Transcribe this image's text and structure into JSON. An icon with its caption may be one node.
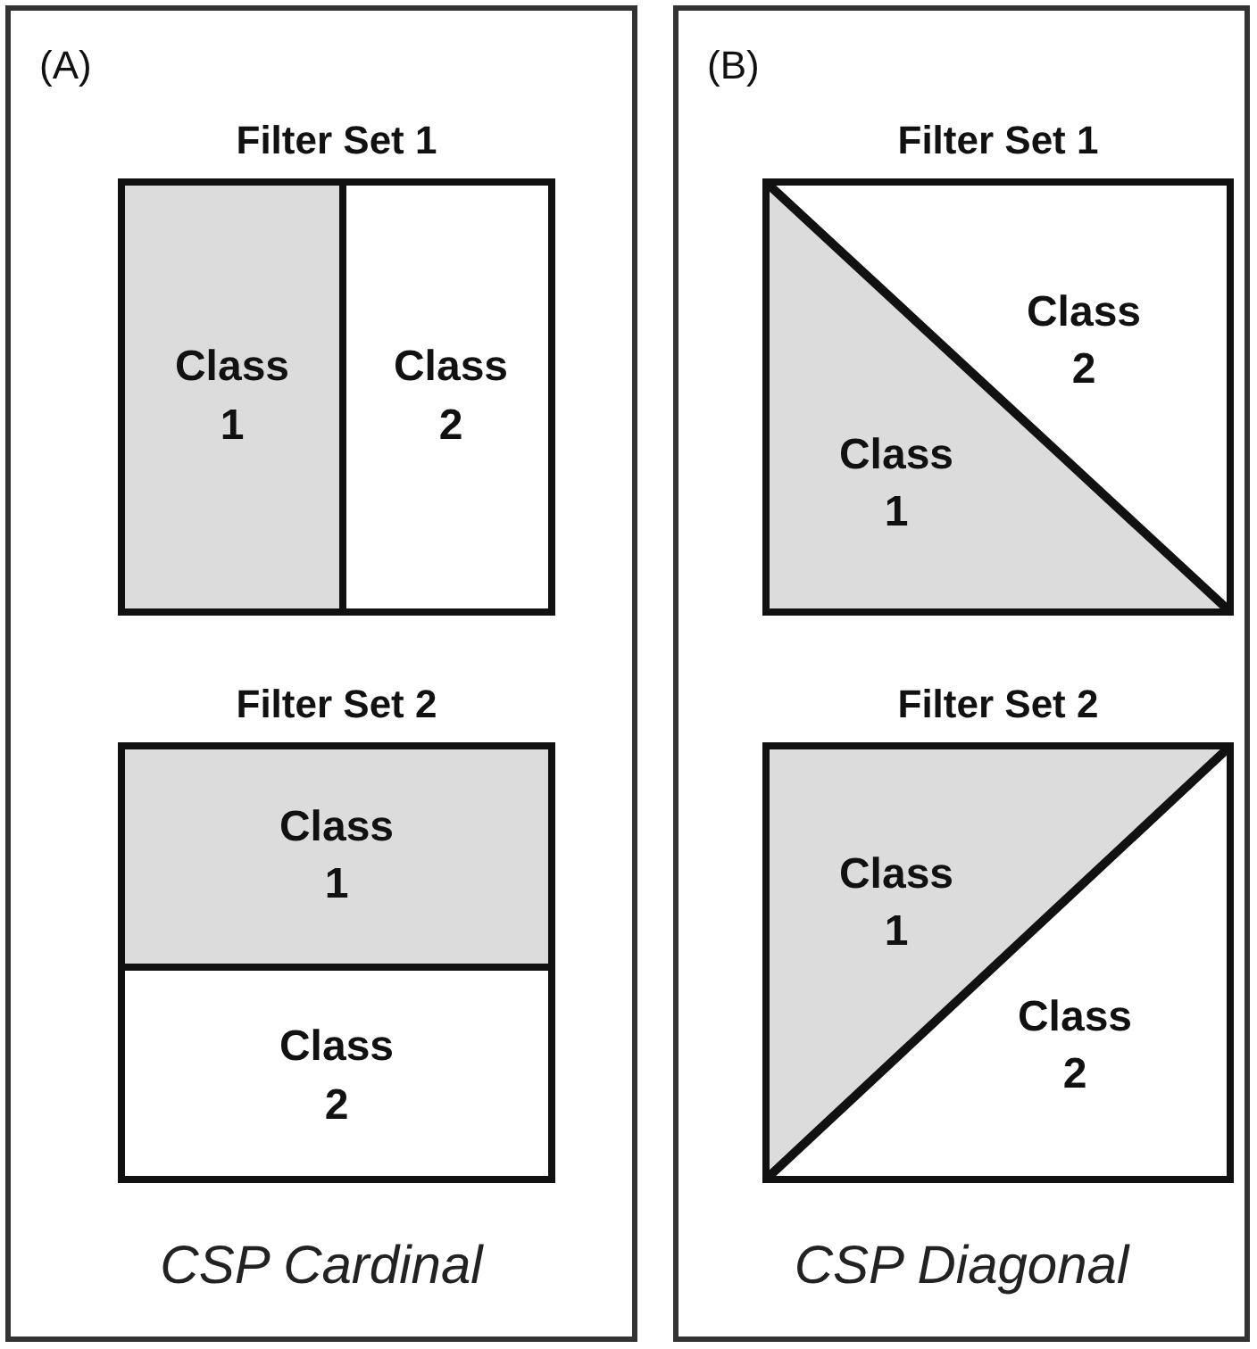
{
  "diagram": {
    "nodes": [
      {
        "text": [
          "(A)",
          "CSP Cardinal"
        ]
      },
      {
        "text": [
          "Filter Set 1"
        ],
        "in": 0
      },
      {
        "text": [
          "Class 1"
        ],
        "in": 1
      },
      {
        "text": [
          "Class 2"
        ],
        "in": 1
      },
      {
        "text": [
          "Filter Set 2"
        ],
        "in": 0
      },
      {
        "text": [
          "Class 1"
        ],
        "in": 4
      },
      {
        "text": [
          "Class 2"
        ],
        "in": 4
      },
      {
        "text": [
          "(B)",
          "CSP Diagonal"
        ]
      },
      {
        "text": [
          "Filter Set 1"
        ],
        "in": 7
      },
      {
        "text": [
          "Class 2"
        ],
        "in": 8
      },
      {
        "text": [
          "Class 1"
        ],
        "in": 8
      },
      {
        "text": [
          "Filter Set 2"
        ],
        "in": 7
      },
      {
        "text": [
          "Class 1"
        ],
        "in": 11
      },
      {
        "text": [
          "Class 2"
        ],
        "in": 11
      }
    ]
  }
}
